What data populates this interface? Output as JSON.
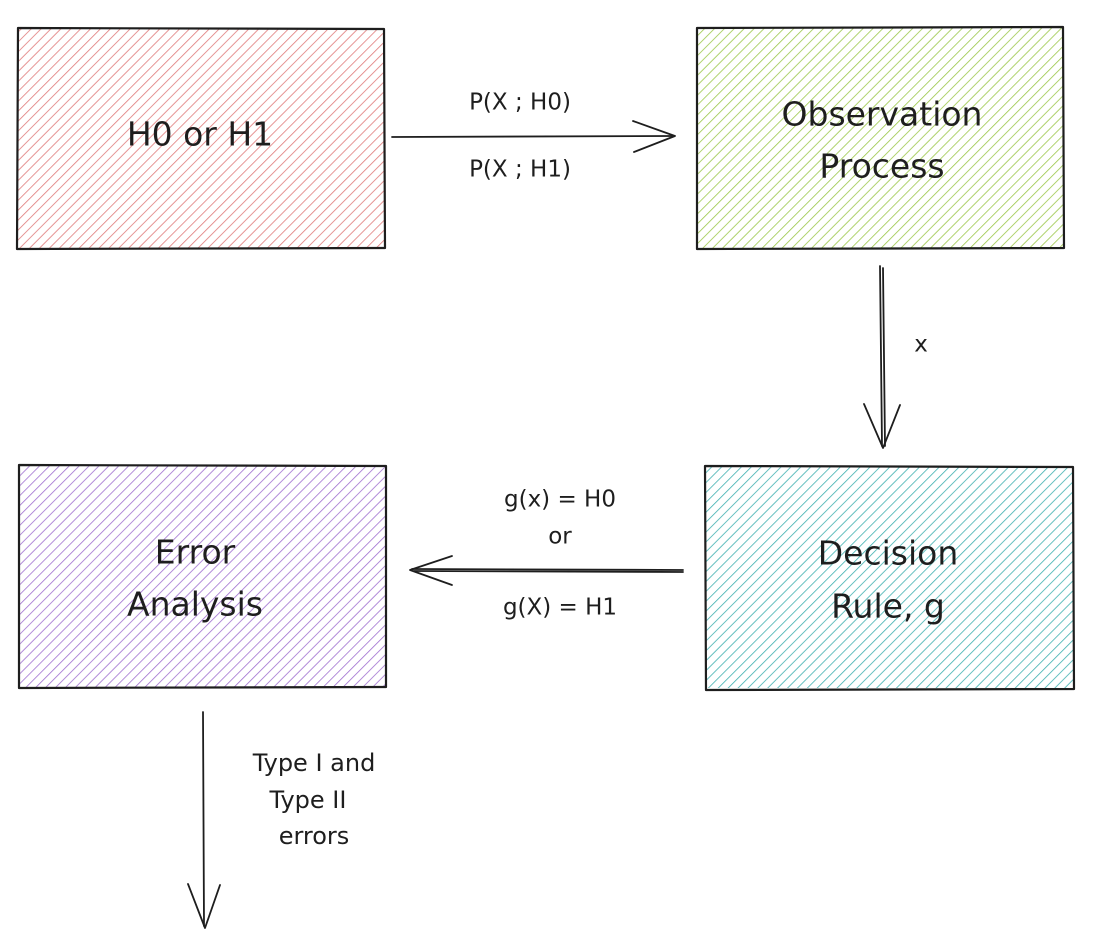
{
  "boxes": {
    "hypothesis": {
      "lines": [
        "H0 or H1"
      ],
      "color": "#e07a7a"
    },
    "observation": {
      "lines": [
        "Observation",
        "Process"
      ],
      "color": "#9cc74a"
    },
    "decision": {
      "lines": [
        "Decision",
        "Rule, g"
      ],
      "color": "#3fb0b0"
    },
    "error": {
      "lines": [
        "Error",
        "Analysis"
      ],
      "color": "#a070d0"
    }
  },
  "edges": {
    "likelihood": {
      "top": "P(X ; H0)",
      "bottom": "P(X ; H1)"
    },
    "observation_output": {
      "label": "x"
    },
    "decision_output": {
      "top": "g(x) = H0",
      "middle": "or",
      "bottom": "g(X) = H1"
    },
    "error_output": {
      "lines": [
        "Type I and",
        "Type II",
        "errors"
      ]
    }
  },
  "stroke_color": "#1e1e1e"
}
